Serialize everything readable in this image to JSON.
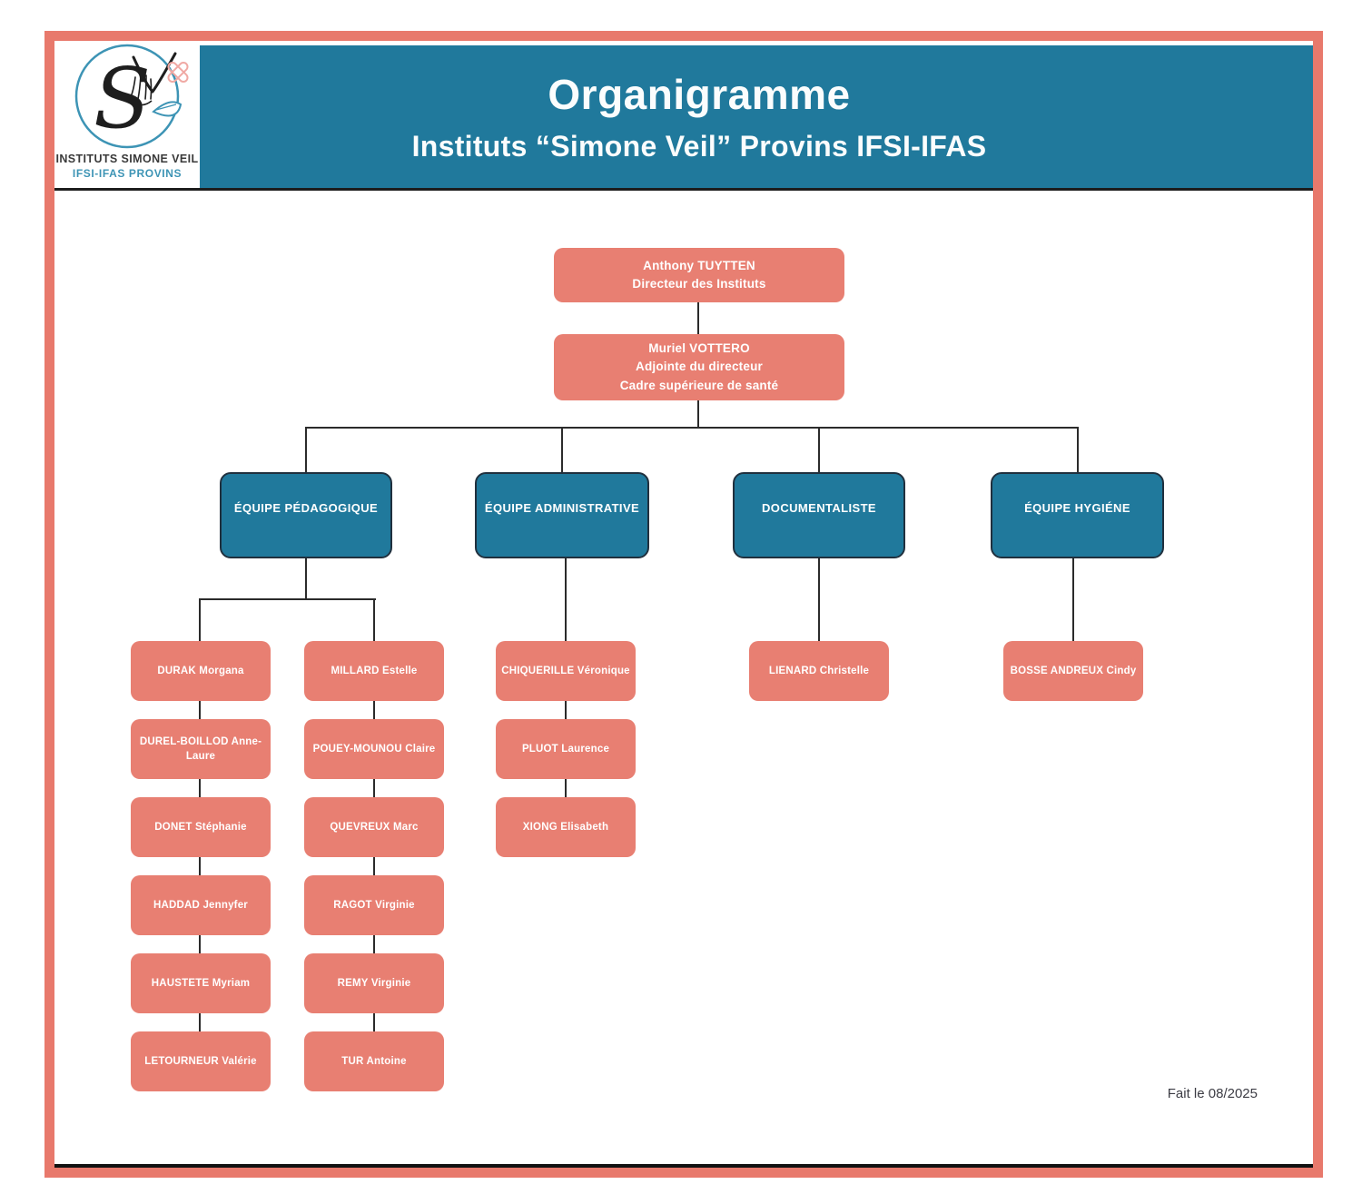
{
  "header": {
    "title": "Organigramme",
    "subtitle": "Instituts “Simone Veil” Provins IFSI-IFAS",
    "banner_color": "#20799C",
    "logo": {
      "org_name": "INSTITUTS SIMONE VEIL",
      "org_subname": "IFSI-IFAS PROVINS",
      "monogram": "S"
    }
  },
  "chart": {
    "director": {
      "name": "Anthony TUYTTEN",
      "role": "Directeur des Instituts"
    },
    "deputy": {
      "name": "Muriel VOTTERO",
      "role1": "Adjointe du directeur",
      "role2": "Cadre supérieure de santé"
    },
    "teams": [
      {
        "label": "ÉQUIPE PÉDAGOGIQUE",
        "members_col1": [
          "DURAK Morgana",
          "DUREL-BOILLOD Anne-Laure",
          "DONET Stéphanie",
          "HADDAD Jennyfer",
          "HAUSTETE Myriam",
          "LETOURNEUR Valérie"
        ],
        "members_col2": [
          "MILLARD Estelle",
          "POUEY-MOUNOU Claire",
          "QUEVREUX Marc",
          "RAGOT Virginie",
          "REMY Virginie",
          "TUR Antoine"
        ]
      },
      {
        "label": "ÉQUIPE ADMINISTRATIVE",
        "members_col1": [
          "CHIQUERILLE Véronique",
          "PLUOT Laurence",
          "XIONG Elisabeth"
        ]
      },
      {
        "label": "DOCUMENTALISTE",
        "members_col1": [
          "LIENARD Christelle"
        ]
      },
      {
        "label": "ÉQUIPE HYGIÉNE",
        "members_col1": [
          "BOSSE ANDREUX Cindy"
        ]
      }
    ],
    "colors": {
      "person_box": "#E87F72",
      "team_box": "#20799C",
      "frame": "#E8796C",
      "connector": "#2b2b2b"
    }
  },
  "footer": {
    "note": "Fait le 08/2025"
  }
}
